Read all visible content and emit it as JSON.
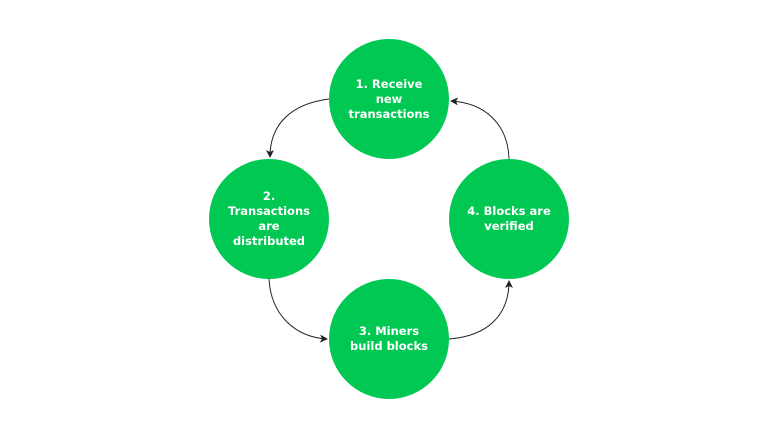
{
  "colors": {
    "node_fill": "#00c853",
    "node_text": "#ffffff",
    "arrow": "#222222",
    "background": "#ffffff"
  },
  "nodes": [
    {
      "id": "1",
      "label": "1. Receive new transactions"
    },
    {
      "id": "2",
      "label": "2. Transactions are distributed"
    },
    {
      "id": "3",
      "label": "3. Miners build blocks"
    },
    {
      "id": "4",
      "label": "4. Blocks are verified"
    }
  ],
  "edges": [
    {
      "from": "1",
      "to": "2"
    },
    {
      "from": "2",
      "to": "3"
    },
    {
      "from": "3",
      "to": "4"
    },
    {
      "from": "4",
      "to": "1"
    }
  ]
}
